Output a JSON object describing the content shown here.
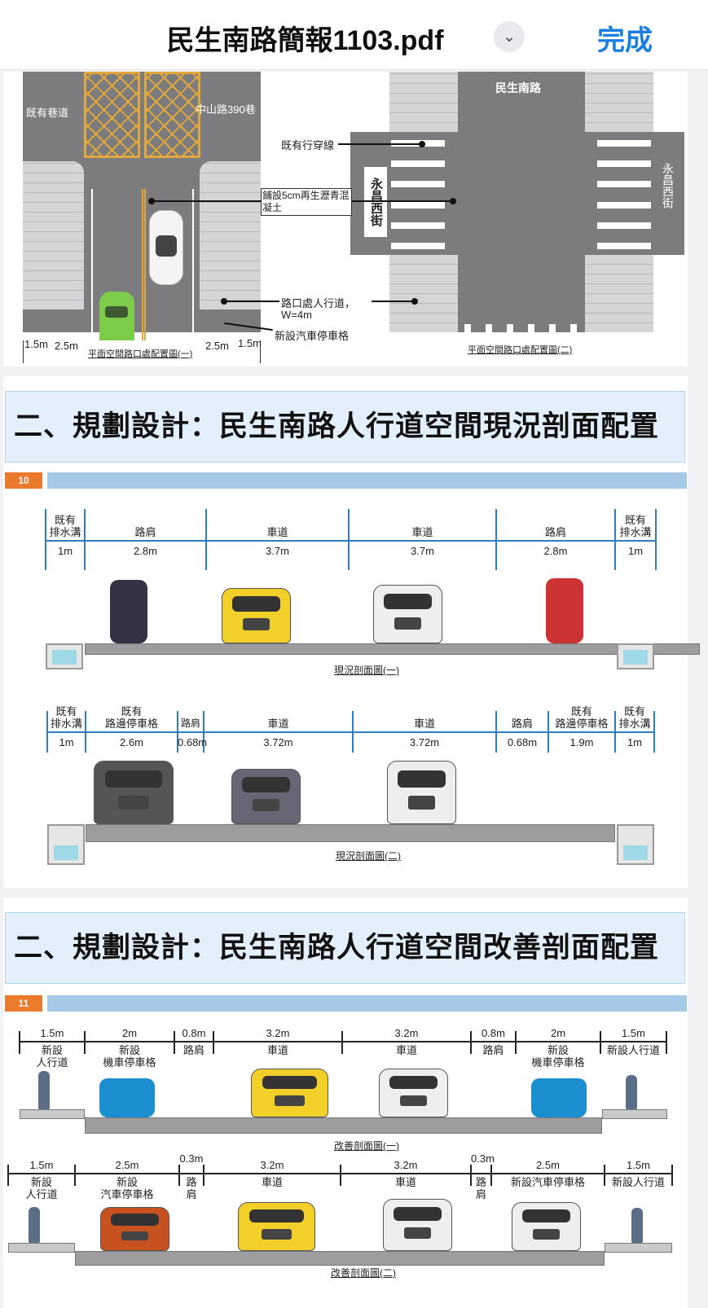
{
  "header": {
    "title": "民生南路簡報1103.pdf",
    "done_label": "完成",
    "chevron_icon": "chevron-down-icon"
  },
  "page1": {
    "left_plan": {
      "existing_alley": "既有巷道",
      "zhongshan_lane": "中山路390巷",
      "dims": [
        "1.5m",
        "2.5m",
        "2.5m",
        "1.5m"
      ],
      "caption": "平面空間路口處配置圖(一)"
    },
    "callouts": {
      "crosswalk": "既有行穿線",
      "asphalt": "鋪設5cm再生瀝青混凝土",
      "sidewalk": "路口處人行道，",
      "sidewalk_w": "W=4m",
      "parking": "新設汽車停車格"
    },
    "right_plan": {
      "minsheng": "民生南路",
      "yongchang_left": "永昌西街",
      "yongchang_right": "永昌西街",
      "caption": "平面空間路口處配置圖(二)"
    }
  },
  "page2": {
    "title": "二、規劃設計：民生南路人行道空間現況剖面配置",
    "page_number": "10",
    "sections": [
      {
        "caption": "現況剖面圖(一)",
        "segments": [
          {
            "label": "既有\n排水溝",
            "value": "1m"
          },
          {
            "label": "路肩",
            "value": "2.8m"
          },
          {
            "label": "車道",
            "value": "3.7m"
          },
          {
            "label": "車道",
            "value": "3.7m"
          },
          {
            "label": "路肩",
            "value": "2.8m"
          },
          {
            "label": "既有\n排水溝",
            "value": "1m"
          }
        ]
      },
      {
        "caption": "現況剖面圖(二)",
        "segments": [
          {
            "label": "既有\n排水溝",
            "value": "1m"
          },
          {
            "label": "既有\n路邊停車格",
            "value": "2.6m"
          },
          {
            "label": "路肩",
            "value": "0.68m"
          },
          {
            "label": "車道",
            "value": "3.72m"
          },
          {
            "label": "車道",
            "value": "3.72m"
          },
          {
            "label": "路肩",
            "value": "0.68m"
          },
          {
            "label": "既有\n路邊停車格",
            "value": "1.9m"
          },
          {
            "label": "既有\n排水溝",
            "value": "1m"
          }
        ]
      }
    ]
  },
  "page3": {
    "title": "二、規劃設計：民生南路人行道空間改善剖面配置",
    "page_number": "11",
    "sections": [
      {
        "caption": "改善剖面圖(一)",
        "segments": [
          {
            "label": "新設\n人行道",
            "value": "1.5m"
          },
          {
            "label": "新設\n機車停車格",
            "value": "2m"
          },
          {
            "label": "路肩",
            "value": "0.8m"
          },
          {
            "label": "車道",
            "value": "3.2m"
          },
          {
            "label": "車道",
            "value": "3.2m"
          },
          {
            "label": "路肩",
            "value": "0.8m"
          },
          {
            "label": "新設\n機車停車格",
            "value": "2m"
          },
          {
            "label": "新設人行道",
            "value": "1.5m"
          }
        ]
      },
      {
        "caption": "改善剖面圖(二)",
        "segments": [
          {
            "label": "新設\n人行道",
            "value": "1.5m"
          },
          {
            "label": "新設\n汽車停車格",
            "value": "2.5m"
          },
          {
            "label": "路\n肩",
            "value": "0.3m"
          },
          {
            "label": "車道",
            "value": "3.2m"
          },
          {
            "label": "車道",
            "value": "3.2m"
          },
          {
            "label": "路\n肩",
            "value": "0.3m"
          },
          {
            "label": "新設汽車停車格",
            "value": "2.5m"
          },
          {
            "label": "新設人行道",
            "value": "1.5m"
          }
        ]
      }
    ]
  },
  "colors": {
    "accent": "#1a7fe0",
    "badge": "#ec7a2d",
    "bar": "#a7c9e8",
    "banner": "#e3f0fb"
  }
}
